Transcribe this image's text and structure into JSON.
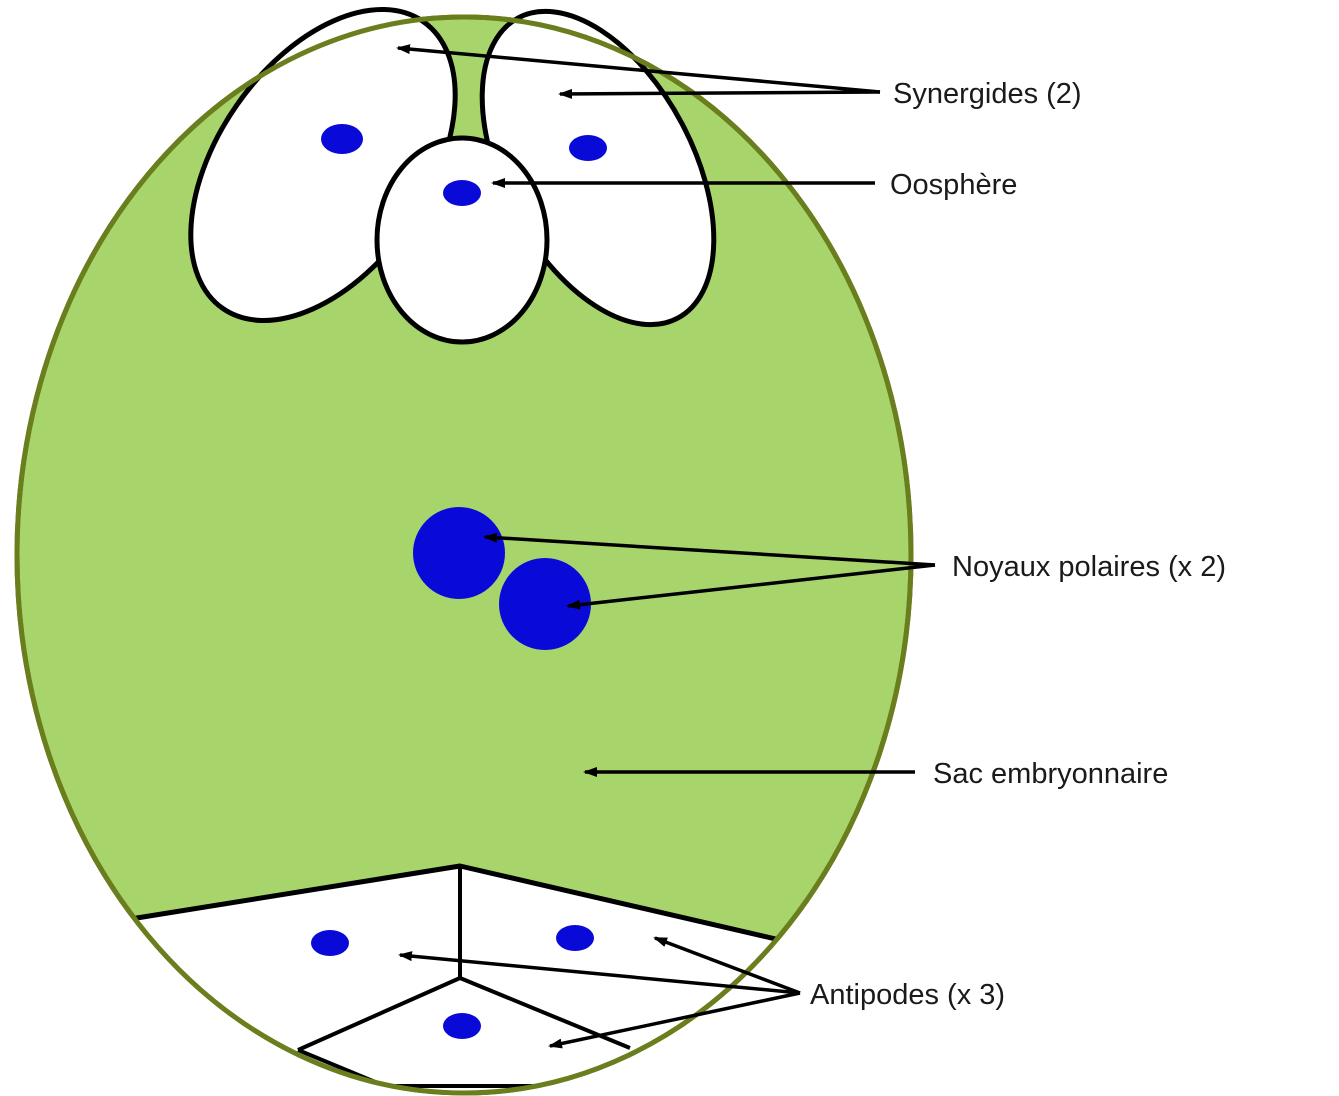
{
  "colors": {
    "sac_fill": "#a8d56b",
    "sac_stroke": "#6a7e1e",
    "nucleus": "#0a0ad8",
    "cell_fill": "#ffffff",
    "line": "#000000"
  },
  "labels": {
    "synergides": "Synergides (2)",
    "oosphere": "Oosphère",
    "noyaux_polaires": "Noyaux polaires (x 2)",
    "sac_embryonnaire": "Sac embryonnaire",
    "antipodes": "Antipodes (x 3)"
  }
}
